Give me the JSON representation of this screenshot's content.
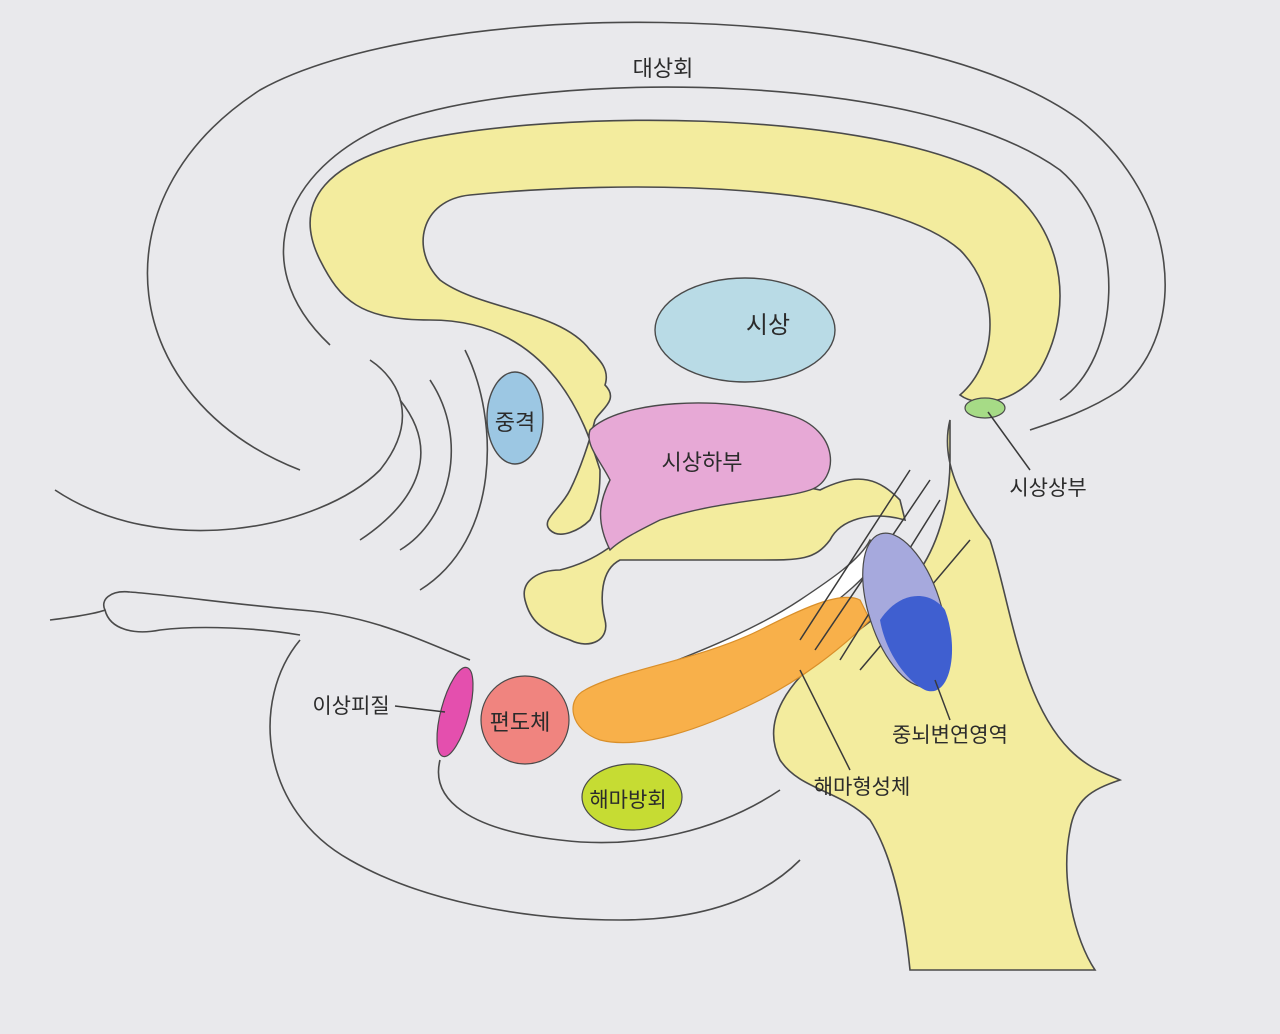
{
  "labels": {
    "cingulate_gyrus": "대상회",
    "thalamus": "시상",
    "septum": "중격",
    "hypothalamus": "시상하부",
    "epithalamus": "시상상부",
    "prepiriform_cortex": "이상피질",
    "amygdala": "편도체",
    "parahippocampal_gyrus": "해마방회",
    "hippocampal_formation": "해마형성체",
    "ventral_tegmental_area": "중뇌변연영역"
  },
  "colors": {
    "background": "#e9e9ec",
    "limbic_yellow": "#f3ec9e",
    "thalamus": "#b9dbe6",
    "septum": "#9cc7e3",
    "hypothalamus": "#e7a9d6",
    "epithalamus": "#a6db86",
    "prepiriform_cortex": "#e44fae",
    "amygdala": "#f0847f",
    "hippocampus": "#f8b04a",
    "parahippocampal_gyrus": "#c6dc33",
    "vta_light": "#a6a9dd",
    "vta_dark": "#3f5fd0"
  }
}
